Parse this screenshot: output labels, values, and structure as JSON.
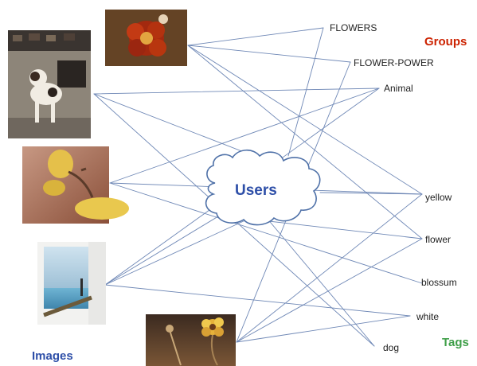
{
  "labels": {
    "users": "Users",
    "groups": "Groups",
    "tags": "Tags",
    "images": "Images"
  },
  "groups": [
    "FLOWERS",
    "FLOWER-POWER",
    "Animal"
  ],
  "tags": [
    "yellow",
    "flower",
    "blossum",
    "white",
    "dog"
  ],
  "images": [
    {
      "id": "red-flower",
      "subject": "red flower"
    },
    {
      "id": "dog-street",
      "subject": "dog on street"
    },
    {
      "id": "yellow-leaves",
      "subject": "yellow leaves"
    },
    {
      "id": "ship-deck",
      "subject": "ship deck"
    },
    {
      "id": "dry-flower",
      "subject": "dry flower"
    }
  ],
  "colors": {
    "edge": "#6f88b6",
    "groups_label": "#cc2200",
    "tags_label": "#3f9f49",
    "images_label": "#2e4fa8",
    "users_label": "#2e4fa8",
    "cloud_stroke": "#4f71a8"
  }
}
